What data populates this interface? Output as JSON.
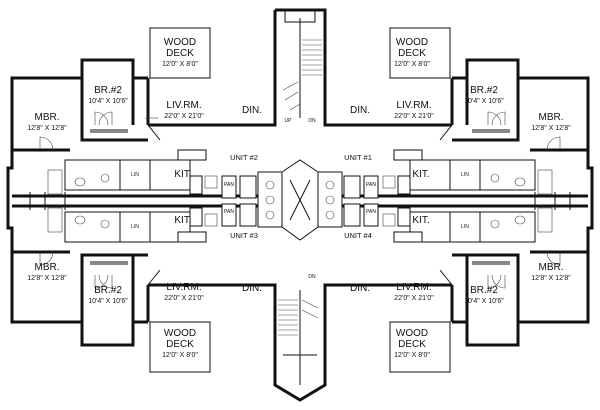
{
  "plan": {
    "labels": {
      "wood": "WOOD",
      "deck": "DECK",
      "deck_dim": "12'0\" X 8'0\"",
      "br2": "BR.#2",
      "br2_dim": "10'4\" X 10'6\"",
      "mbr": "MBR.",
      "mbr_dim": "12'8\" X 12'8\"",
      "liv": "LIV.RM.",
      "liv_dim": "22'0\" X 21'0\"",
      "din": "DIN.",
      "kit": "KIT.",
      "unit1": "UNIT #1",
      "unit2": "UNIT #2",
      "unit3": "UNIT #3",
      "unit4": "UNIT #4",
      "pan": "PAN",
      "ln": "LIN",
      "up": "UP",
      "dn": "DN"
    }
  }
}
